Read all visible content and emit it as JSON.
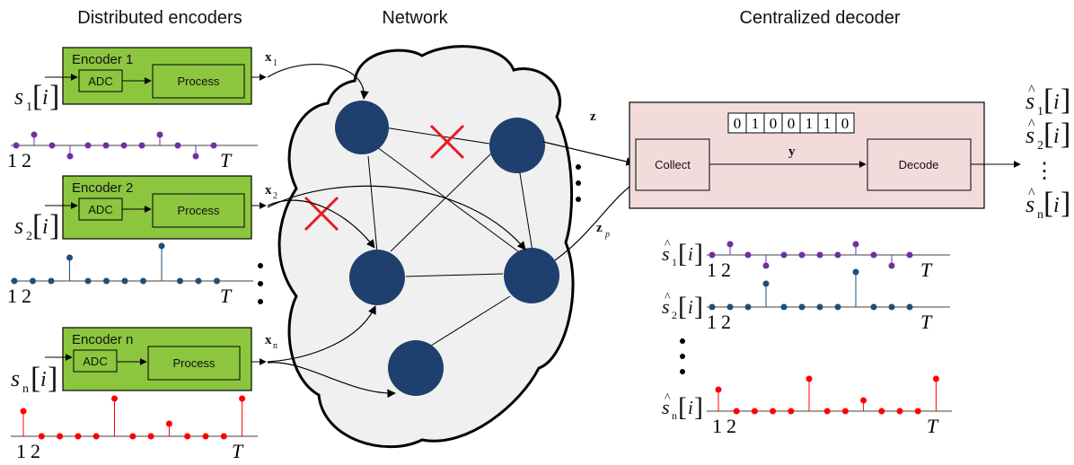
{
  "sections": {
    "encoders_title": "Distributed encoders",
    "network_title": "Network",
    "decoder_title": "Centralized decoder"
  },
  "colors": {
    "encoder_fill": "#8cc63f",
    "decoder_fill": "#f2dcdb",
    "node_fill": "#1f3f6e",
    "cloud_fill": "#f0f0f0",
    "cut_mark": "#e31e24",
    "series_1": "#7030a0",
    "series_2": "#1f4e79",
    "series_n": "#ff0000"
  },
  "encoders": [
    {
      "title": "Encoder 1",
      "adc": "ADC",
      "process": "Process",
      "input": "s",
      "sub": "1",
      "index": "i",
      "output": "x",
      "out_sub": "1"
    },
    {
      "title": "Encoder 2",
      "adc": "ADC",
      "process": "Process",
      "input": "s",
      "sub": "2",
      "index": "i",
      "output": "x",
      "out_sub": "2"
    },
    {
      "title": "Encoder n",
      "adc": "ADC",
      "process": "Process",
      "input": "s",
      "sub": "n",
      "index": "i",
      "output": "x",
      "out_sub": "n"
    }
  ],
  "decoder": {
    "collect": "Collect",
    "decode": "Decode",
    "y_label": "y",
    "bits": [
      "0",
      "1",
      "0",
      "0",
      "1",
      "1",
      "0"
    ],
    "z_top": "z",
    "z_bottom": "z",
    "z_bottom_sub": "p"
  },
  "outputs": [
    {
      "symbol": "s",
      "sub": "1",
      "index": "i"
    },
    {
      "symbol": "s",
      "sub": "2",
      "index": "i"
    },
    {
      "symbol": "s",
      "sub": "n",
      "index": "i"
    }
  ],
  "ellipsis": "⋮",
  "axis_labels": {
    "one": "1",
    "two": "2",
    "end": "T"
  },
  "stem_series": {
    "enc_1": [
      0,
      1,
      0,
      -1,
      0,
      0,
      0,
      0,
      1,
      0,
      -1,
      0
    ],
    "enc_2": [
      0,
      0,
      0,
      2,
      0,
      0,
      0,
      0,
      3,
      0,
      0,
      0
    ],
    "enc_n": [
      2,
      0,
      0,
      0,
      0,
      3,
      0,
      0,
      1,
      0,
      0,
      0,
      3
    ],
    "dec_1": [
      0,
      1,
      0,
      -1,
      0,
      0,
      0,
      0,
      1,
      0,
      -1,
      0
    ],
    "dec_2": [
      0,
      0,
      0,
      2,
      0,
      0,
      0,
      0,
      3,
      0,
      0,
      0
    ],
    "dec_n": [
      2,
      0,
      0,
      0,
      0,
      3,
      0,
      0,
      1,
      0,
      0,
      0,
      3
    ]
  }
}
